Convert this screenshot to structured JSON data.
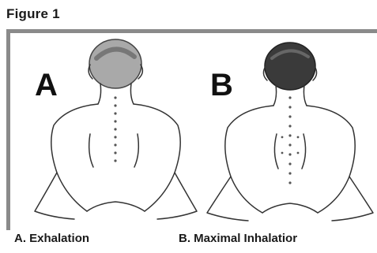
{
  "figure": {
    "title": "Figure 1",
    "panels": [
      {
        "letter": "A",
        "caption": "A. Exhalation"
      },
      {
        "letter": "B",
        "caption": "B. Maximal Inhalatior"
      }
    ]
  },
  "colors": {
    "frame": "#8a8a8a",
    "line": "#333333",
    "hair_light": "#9a9a9a",
    "hair_dark": "#3a3a3a"
  }
}
